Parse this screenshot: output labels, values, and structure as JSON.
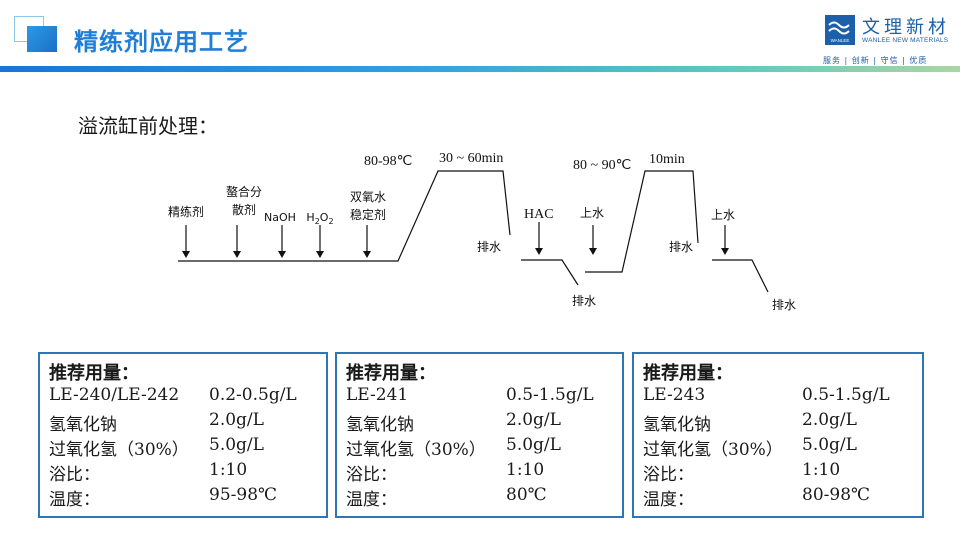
{
  "header": {
    "title": "精练剂应用工艺",
    "logo": {
      "cn_name": "文理新材",
      "en_name": "WANLEE NEW MATERIALS",
      "mark_text": "WANLEE",
      "slogan": "服务 | 创新 | 守信 | 优质"
    },
    "accent_color": "#1f7fd8"
  },
  "section_heading": "溢流缸前处理：",
  "diagram": {
    "additives": [
      "精练剂",
      "螯合分",
      "散剂",
      "NaOH",
      "H",
      "2",
      "O",
      "2",
      "双氧水",
      "稳定剂"
    ],
    "temp1": "80-98℃",
    "time1": "30 ~ 60min",
    "drain1": "排水",
    "hac": "HAC",
    "drain2": "排水",
    "water_in1": "上水",
    "temp2": "80 ~ 90℃",
    "time2": "10min",
    "drain3": "排水",
    "water_in2": "上水",
    "drain4": "排水"
  },
  "cards": [
    {
      "title": "推荐用量：",
      "rows": [
        {
          "label": "LE-240/LE-242",
          "value": "0.2-0.5g/L"
        },
        {
          "label": "氢氧化钠",
          "value": "2.0g/L"
        },
        {
          "label": "过氧化氢（30%）",
          "value": "5.0g/L"
        },
        {
          "label": "浴比：",
          "value": "1:10"
        },
        {
          "label": "温度：",
          "value": "95-98℃"
        }
      ]
    },
    {
      "title": "推荐用量：",
      "rows": [
        {
          "label": "LE-241",
          "value": "0.5-1.5g/L"
        },
        {
          "label": "氢氧化钠",
          "value": "2.0g/L"
        },
        {
          "label": "过氧化氢（30%）",
          "value": "5.0g/L"
        },
        {
          "label": "浴比：",
          "value": "1:10"
        },
        {
          "label": "温度：",
          "value": "80℃"
        }
      ]
    },
    {
      "title": "推荐用量：",
      "rows": [
        {
          "label": "LE-243",
          "value": "0.5-1.5g/L"
        },
        {
          "label": "氢氧化钠",
          "value": "2.0g/L"
        },
        {
          "label": "过氧化氢（30%）",
          "value": "5.0g/L"
        },
        {
          "label": "浴比：",
          "value": "1:10"
        },
        {
          "label": "温度：",
          "value": "80-98℃"
        }
      ]
    }
  ]
}
